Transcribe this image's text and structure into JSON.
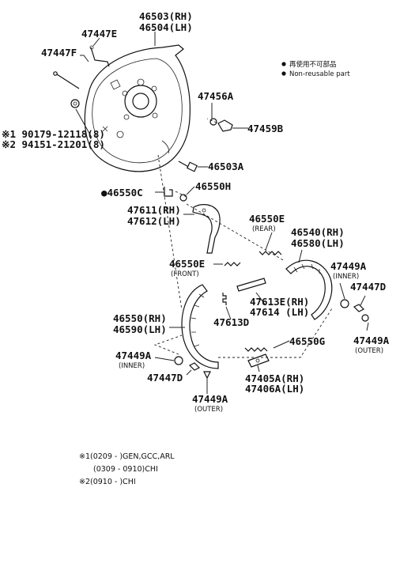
{
  "legend": {
    "reusable_jp": "再使用不可部品",
    "non_reusable": "Non-reusable part"
  },
  "labels": {
    "p46503_46504": [
      "46503(RH)",
      "46504(LH)"
    ],
    "p47447E": "47447E",
    "p47447F": "47447F",
    "p47456A": "47456A",
    "p47459B": "47459B",
    "bolt_note": [
      "※1 90179-12118(8)",
      "※2 94151-21201(8)"
    ],
    "p46503A": "46503A",
    "p46550C": "●46550C",
    "p46550H": "46550H",
    "p47611_47612": [
      "47611(RH)",
      "47612(LH)"
    ],
    "p46550E_rear": "46550E",
    "rear": "(REAR)",
    "p46540_46580": [
      "46540(RH)",
      "46580(LH)"
    ],
    "p46550E_front": "46550E",
    "front": "(FRONT)",
    "p47449A_inner_r": "47449A",
    "inner_r": "(INNER)",
    "p47447D_r": "47447D",
    "p47613E_47614": [
      "47613E(RH)",
      "47614  (LH)"
    ],
    "p47613D": "47613D",
    "p46550_46590": [
      "46550(RH)",
      "46590(LH)"
    ],
    "p47449A_outer_r": "47449A",
    "outer_r": "(OUTER)",
    "p47449A_inner_l": "47449A",
    "inner_l": "(INNER)",
    "p46550G": "46550G",
    "p47447D_l": "47447D",
    "p47405A_47406A": [
      "47405A(RH)",
      "47406A(LH)"
    ],
    "p47449A_outer_l": "47449A",
    "outer_l": "(OUTER)"
  },
  "notes": [
    "※1(0209 -     )GEN,GCC,ARL",
    "(0309 - 0910)CHI",
    "※2(0910 -     )CHI"
  ]
}
